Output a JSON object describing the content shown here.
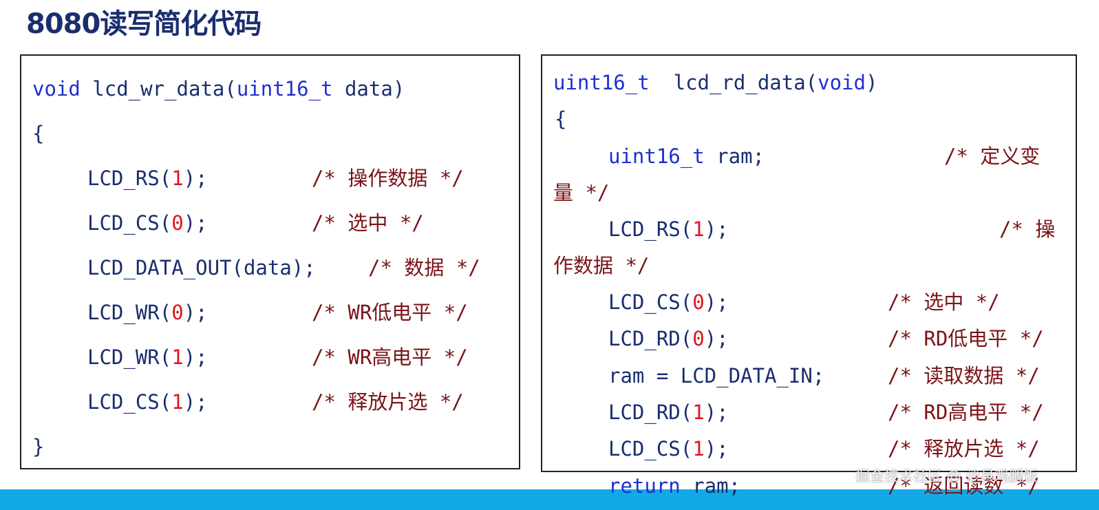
{
  "title": "8080读写简化代码",
  "left_code": {
    "sig_kw": "void",
    "sig_name": " lcd_wr_data(",
    "sig_type": "uint16_t",
    "sig_rest": " data)",
    "open_brace": "{",
    "lines": [
      {
        "code": "LCD_RS(",
        "num": "1",
        "end": ");",
        "comment": "/* 操作数据 */"
      },
      {
        "code": "LCD_CS(",
        "num": "0",
        "end": ");",
        "comment": "/* 选中 */"
      },
      {
        "code": "LCD_DATA_OUT(data);",
        "num": "",
        "end": "",
        "comment": "/* 数据 */"
      },
      {
        "code": "LCD_WR(",
        "num": "0",
        "end": ");",
        "comment": "/* WR低电平 */"
      },
      {
        "code": "LCD_WR(",
        "num": "1",
        "end": ");",
        "comment": "/* WR高电平 */"
      },
      {
        "code": "LCD_CS(",
        "num": "1",
        "end": ");",
        "comment": "/* 释放片选 */"
      }
    ],
    "close_brace": "}"
  },
  "right_code": {
    "sig_type": "uint16_t",
    "sig_name": "  lcd_rd_data(",
    "sig_kw": "void",
    "sig_end": ")",
    "open_brace": "{",
    "decl_type": "uint16_t",
    "decl_rest": " ram;",
    "decl_comment_a": "/* 定义变",
    "decl_comment_b": "量 */",
    "rs_code": "LCD_RS(",
    "rs_num": "1",
    "rs_end": ");",
    "rs_comment_a": "/* 操",
    "rs_comment_b": "作数据 */",
    "lines": [
      {
        "code": "LCD_CS(",
        "num": "0",
        "end": ");",
        "comment": "/* 选中 */"
      },
      {
        "code": "LCD_RD(",
        "num": "0",
        "end": ");",
        "comment": "/* RD低电平 */"
      },
      {
        "code": "ram = LCD_DATA_IN;",
        "num": "",
        "end": "",
        "comment": "/* 读取数据 */"
      },
      {
        "code": "LCD_RD(",
        "num": "1",
        "end": ");",
        "comment": "/* RD高电平 */"
      },
      {
        "code": "LCD_CS(",
        "num": "1",
        "end": ");",
        "comment": "/* 释放片选 */"
      }
    ],
    "return_kw": "return",
    "return_rest": " ram;",
    "return_comment": "/* 返回读数 */"
  },
  "watermark": "掘金技术社区 @ 沙县鸡腿饭",
  "colors": {
    "keyword": "#1f2fd0",
    "number": "#e0141e",
    "comment": "#7a1418",
    "text": "#1a2e6e",
    "bar": "#13a9e6"
  }
}
